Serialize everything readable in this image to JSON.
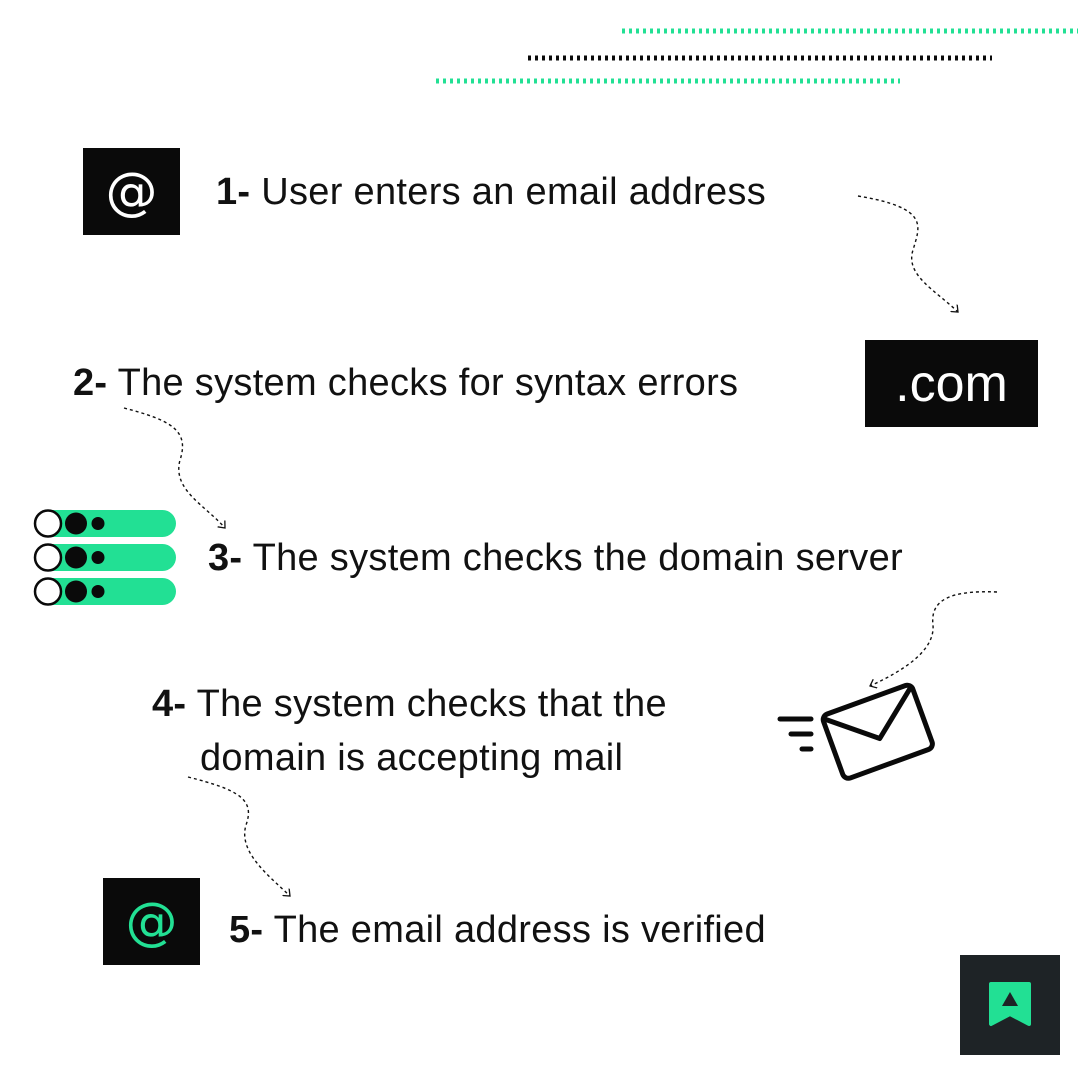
{
  "colors": {
    "accent": "#22e094",
    "ink": "#0a0a0a",
    "logo_bg": "#1e2326"
  },
  "icons": {
    "at": "@",
    "dot_com": ".com",
    "server": "server-rack-icon",
    "mail": "envelope-icon",
    "logo": "brand-logo-icon"
  },
  "steps": [
    {
      "num": "1-",
      "text": "User enters an email address"
    },
    {
      "num": "2-",
      "text": "The system checks for syntax errors"
    },
    {
      "num": "3-",
      "text": "The system checks the domain server"
    },
    {
      "num": "4-",
      "text": "The system checks that the",
      "text2": "domain is accepting mail"
    },
    {
      "num": "5-",
      "text": "The email address is verified"
    }
  ]
}
